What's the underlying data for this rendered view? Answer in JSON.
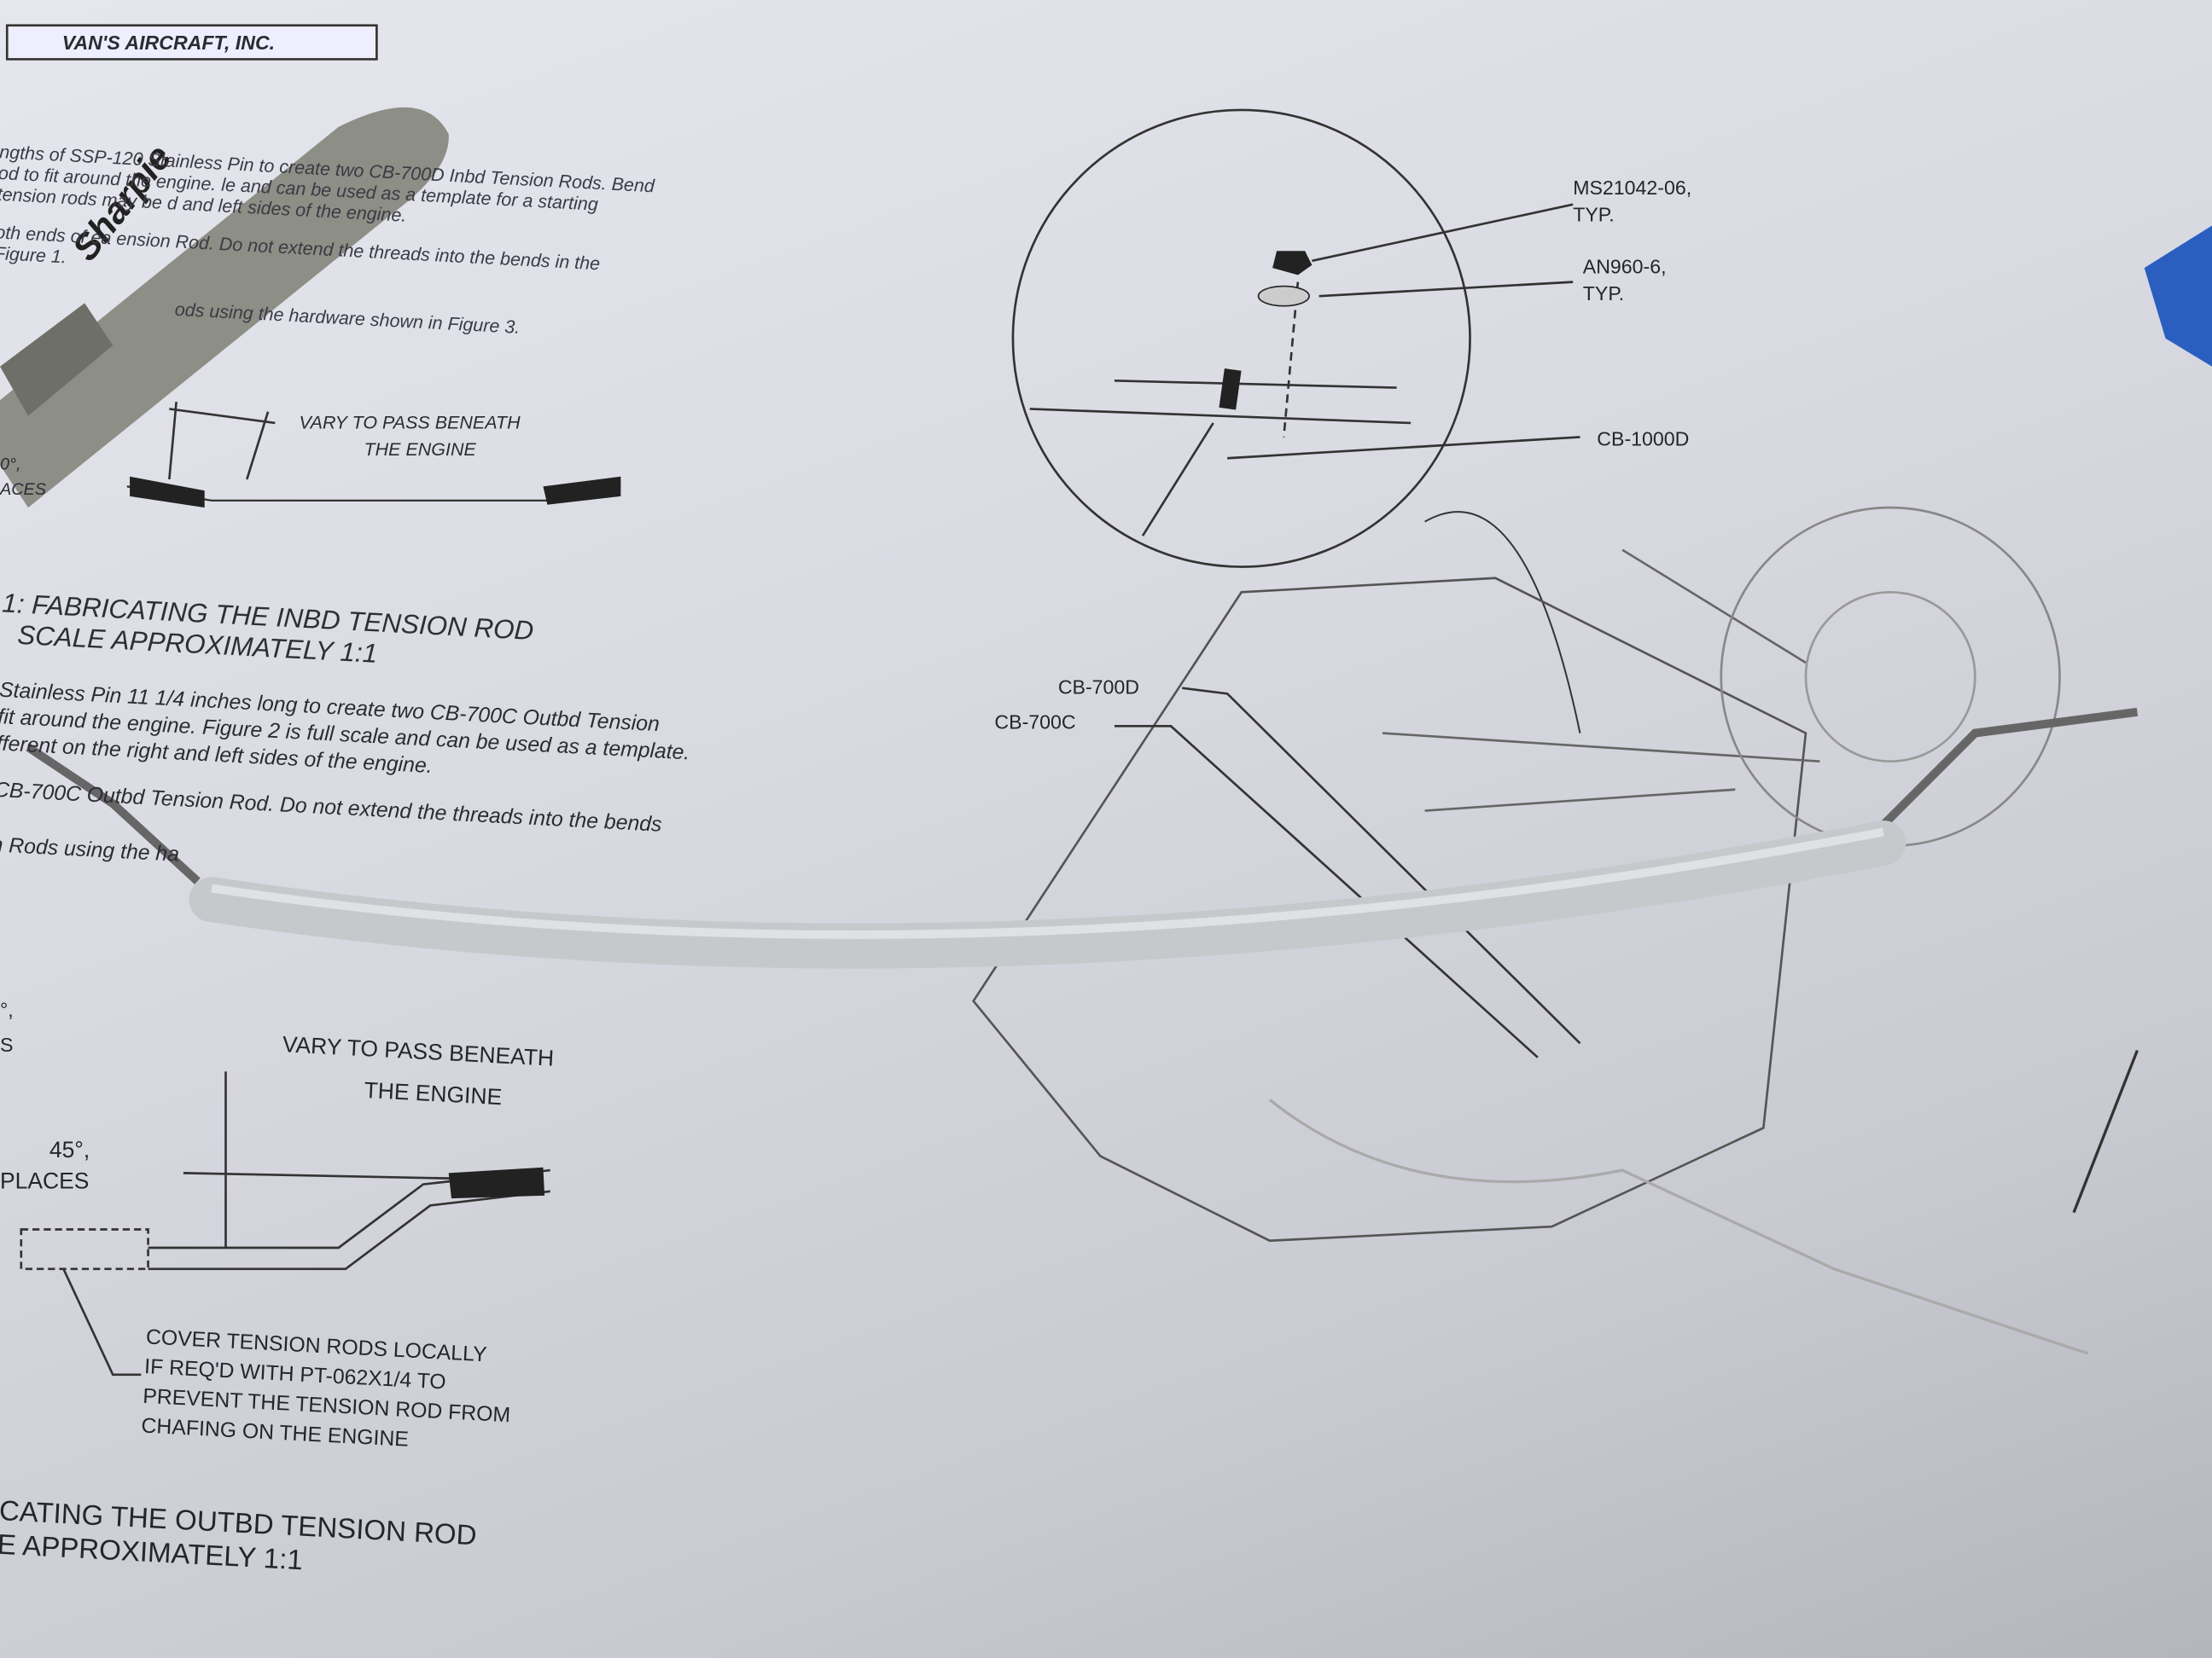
{
  "header": {
    "company": "VAN'S AIRCRAFT, INC."
  },
  "text_top": [
    "ngths of SSP-120 Stainless Pin to create two CB-700D Inbd Tension Rods. Bend",
    "od to fit around the engine. le and can be used as a template for a starting",
    "tension rods may be d and left sides of the engine.",
    "oth ends of ea ension Rod. Do not extend the threads into the bends in the",
    "Figure 1.",
    "ods using the hardware shown in Figure 3."
  ],
  "figure1": {
    "vary": "VARY TO PASS BENEATH",
    "engine": "THE ENGINE",
    "deg": "0°,",
    "places": "ACES"
  },
  "fig1_caption": [
    "1: FABRICATING THE INBD TENSION ROD",
    "SCALE APPROXIMATELY 1:1"
  ],
  "text_mid": [
    "Stainless Pin 11 1/4 inches long to create two CB-700C Outbd Tension",
    "fit around the engine. Figure 2 is full scale and can be used as a template.",
    "fferent on the right and left sides of the engine.",
    "CB-700C Outbd Tension Rod. Do not extend the threads into the bends",
    "n Rods using the ha"
  ],
  "figure2": {
    "vary": "VARY TO PASS BENEATH",
    "engine": "THE ENGINE",
    "deg": "45°,",
    "places": "PLACES",
    "s": "S",
    "deg_small": "°,",
    "note": [
      "COVER TENSION RODS LOCALLY",
      "IF REQ'D WITH PT-062X1/4 TO",
      "PREVENT THE TENSION ROD FROM",
      "CHAFING ON THE ENGINE"
    ]
  },
  "fig2_caption": [
    "CATING THE OUTBD TENSION ROD",
    "E APPROXIMATELY 1:1"
  ],
  "callouts": {
    "nut": "MS21042-06,",
    "nut_typ": "TYP.",
    "washer": "AN960-6,",
    "washer_typ": "TYP.",
    "bracket": "CB-1000D",
    "inbd": "CB-700D",
    "outbd": "CB-700C"
  },
  "marker": {
    "brand": "Sharpie"
  },
  "colors": {
    "paper": "#e2e3ea",
    "marker": "#8d8e86",
    "rod_cover": "#c6c9cb",
    "blue_block": "#2a5fc0"
  }
}
